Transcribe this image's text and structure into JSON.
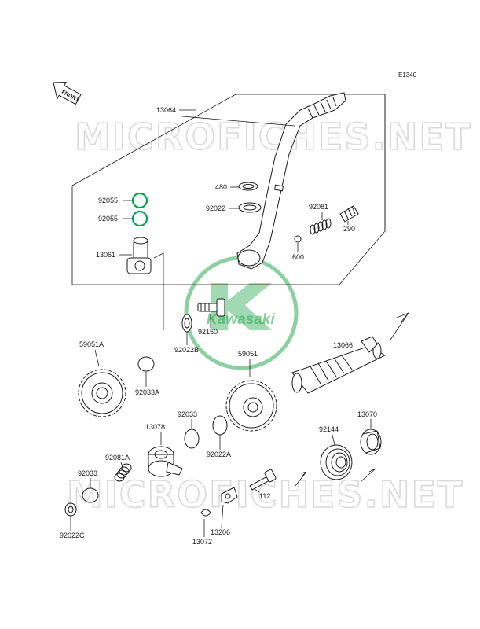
{
  "diagram_code": "E1340",
  "front_label": "FRONT",
  "watermark_text": "MICROFICHES.NET",
  "logo_text": "Kawasaki",
  "accent_color": "#00a550",
  "part_labels": {
    "p13064": "13064",
    "p92055a": "92055",
    "p92055b": "92055",
    "p13061": "13061",
    "p480": "480",
    "p92022": "92022",
    "p92081": "92081",
    "p290": "290",
    "p600": "600",
    "p92150": "92150",
    "p92022b": "92022B",
    "p59051a": "59051A",
    "p92033a": "92033A",
    "p59051": "59051",
    "p13066": "13066",
    "p92033": "92033",
    "p13078": "13078",
    "p92022a": "92022A",
    "p13070": "13070",
    "p92144": "92144",
    "p92081a": "92081A",
    "p92033b": "92033",
    "p92022c": "92022C",
    "p112": "112",
    "p13206": "13206",
    "p13072": "13072"
  }
}
